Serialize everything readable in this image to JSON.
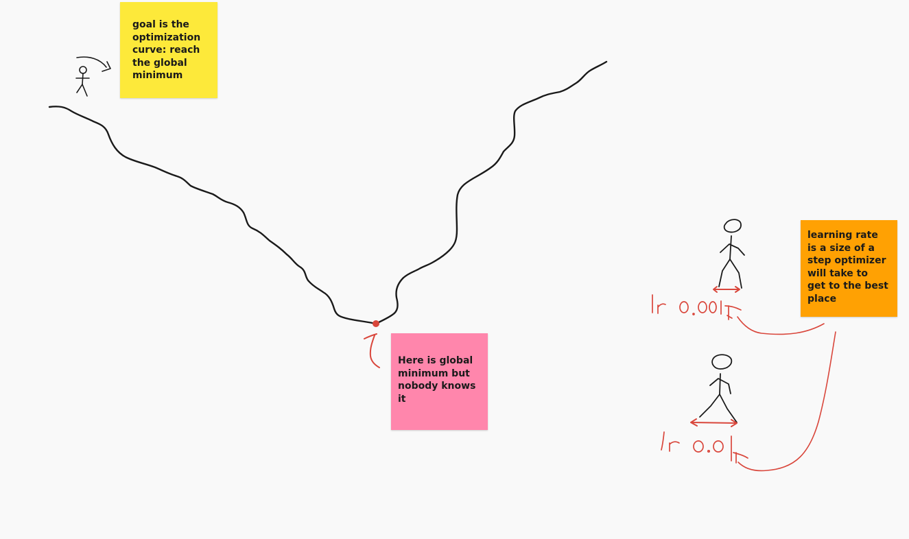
{
  "notes": {
    "goal": {
      "text": "goal is the\noptimization\ncurve: reach\nthe global\nminimum",
      "color": "#fde93a"
    },
    "global_minimum": {
      "text": "Here is global\nminimum but\nnobody knows\nit",
      "color": "#ff86ac"
    },
    "learning_rate": {
      "text": "learning rate\nis a size of a\nstep optimizer\nwill take to\nget to the best\nplace",
      "color": "#ffa103"
    }
  },
  "ink_colors": {
    "curve": "#1a1a1a",
    "annotations": "#d9463b"
  },
  "handwriting": {
    "lr_small": "lr 0.001",
    "lr_large": "lr 0.01"
  }
}
